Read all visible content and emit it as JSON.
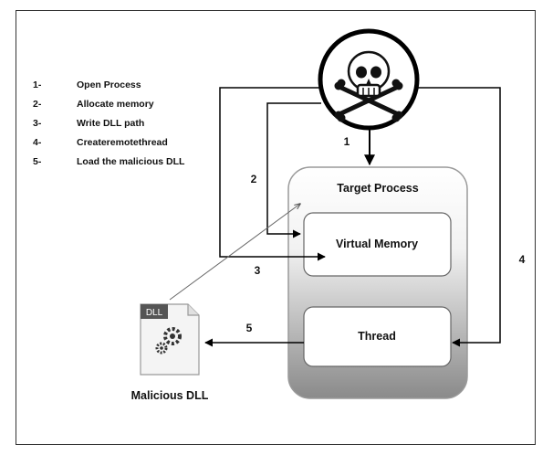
{
  "legend": [
    {
      "num": "1-",
      "text": "Open Process"
    },
    {
      "num": "2-",
      "text": "Allocate memory"
    },
    {
      "num": "3-",
      "text": "Write DLL path"
    },
    {
      "num": "4-",
      "text": "Createremotethread"
    },
    {
      "num": "5-",
      "text": "Load the malicious  DLL"
    }
  ],
  "nodes": {
    "target_process": "Target Process",
    "virtual_memory": "Virtual Memory",
    "thread": "Thread",
    "dll_tag": "DLL",
    "malicious_dll": "Malicious DLL"
  },
  "arrow_labels": {
    "step1": "1",
    "step2": "2",
    "step3": "3",
    "step4": "4",
    "step5": "5"
  },
  "icons": {
    "attacker": "skull-crossbones-icon",
    "dll_file": "dll-file-gear-icon"
  }
}
